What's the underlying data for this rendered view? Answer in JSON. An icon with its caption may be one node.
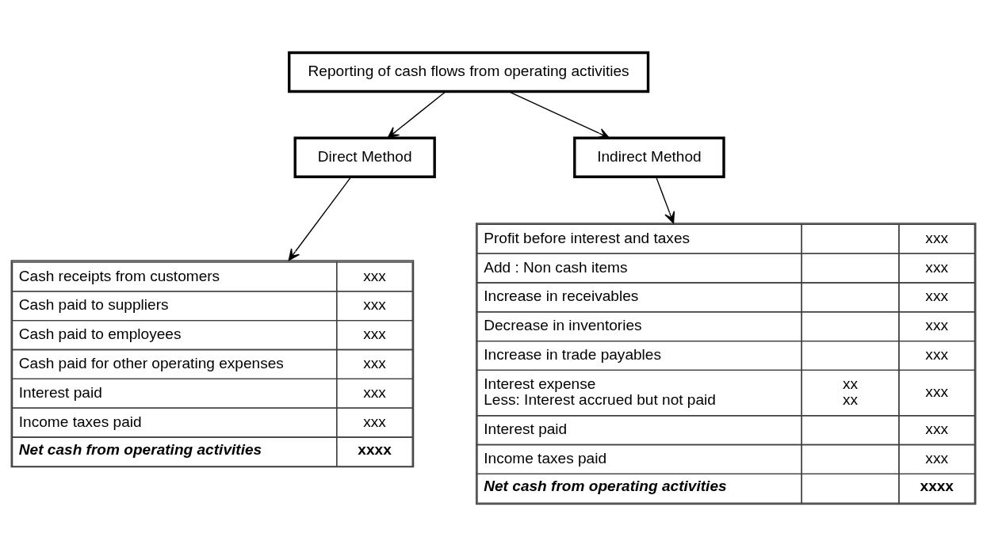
{
  "diagram": {
    "nodes": [
      {
        "text": [
          "Reporting of cash flows from operating activities"
        ]
      },
      {
        "text": [
          "Direct Method"
        ]
      },
      {
        "text": [
          "Indirect Method"
        ]
      },
      {
        "text": [
          "Cash receipts from customers",
          "xxx",
          "Cash paid to suppliers",
          "xxx",
          "Cash paid to employees",
          "xxx",
          "Cash paid for other operating expenses",
          "xxx",
          "Interest paid",
          "xxx",
          "Income taxes paid",
          "xxx",
          "Net cash from operating activities",
          "xxxx"
        ]
      },
      {
        "text": [
          "Profit before interest and taxes",
          "xxx",
          "Add : Non cash items",
          "xxx",
          "Increase in receivables",
          "xxx",
          "Decrease in inventories",
          "xxx",
          "Increase in trade payables",
          "xxx",
          "Interest expense",
          "xx",
          "Less: Interest accrued but not paid",
          "xx",
          "xxx",
          "Interest paid",
          "xxx",
          "Income taxes paid",
          "xxx",
          "Net cash from operating activities",
          "xxxx"
        ]
      }
    ],
    "edges": [
      {
        "from": 0,
        "to": 1,
        "arrow": "to"
      },
      {
        "from": 0,
        "to": 2,
        "arrow": "to"
      },
      {
        "from": 1,
        "to": 3,
        "arrow": "to"
      },
      {
        "from": 2,
        "to": 4,
        "arrow": "to"
      }
    ]
  }
}
